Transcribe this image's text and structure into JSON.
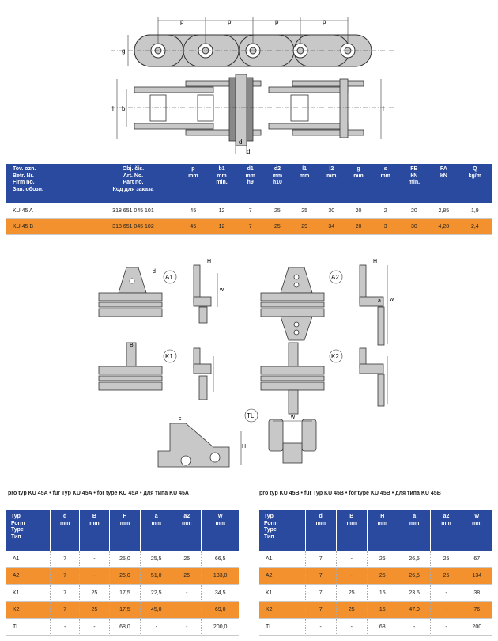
{
  "drawing_labels": {
    "p": "p",
    "g": "g",
    "l1": "l",
    "l2": "l",
    "b1": "b",
    "d": "d",
    "d1": "d",
    "sub1": "1",
    "sub2": "2",
    "A1": "A1",
    "A2": "A2",
    "K1": "K1",
    "K2": "K2",
    "TL": "TL",
    "H": "H",
    "w": "w",
    "a": "a",
    "a2": "a",
    "B": "B",
    "c": "c"
  },
  "spec_table": {
    "headers": [
      [
        "Tov. ozn.",
        "Betr. Nr.",
        "Firm no.",
        "Зав. обозн."
      ],
      [
        "Obj. čís.",
        "Art. No.",
        "Part no.",
        "Код для заказа"
      ],
      [
        "p",
        "mm"
      ],
      [
        "b1",
        "mm",
        "min."
      ],
      [
        "d1",
        "mm",
        "h9"
      ],
      [
        "d2",
        "mm",
        "h10"
      ],
      [
        "l1",
        "mm"
      ],
      [
        "l2",
        "mm"
      ],
      [
        "g",
        "mm"
      ],
      [
        "s",
        "mm"
      ],
      [
        "FB",
        "kN",
        "min."
      ],
      [
        "FA",
        "kN"
      ],
      [
        "Q",
        "kg/m"
      ]
    ],
    "rows": [
      [
        "KU 45 A",
        "318 651 045 101",
        "45",
        "12",
        "7",
        "25",
        "25",
        "30",
        "20",
        "2",
        "20",
        "2,85",
        "1,9"
      ],
      [
        "KU 45 B",
        "318 651 045 102",
        "45",
        "12",
        "7",
        "25",
        "29",
        "34",
        "20",
        "3",
        "30",
        "4,28",
        "2,4"
      ]
    ]
  },
  "left_caption": "pro typ KU 45A • für Typ KU 45A • for type KU 45A • для типа KU 45A",
  "right_caption": "pro typ KU 45B • für Typ KU 45B • for type KU 45B • для типа KU 45B",
  "option_headers": [
    [
      "Typ",
      "Form",
      "Type",
      "Тип"
    ],
    [
      "d",
      "mm"
    ],
    [
      "B",
      "mm"
    ],
    [
      "H",
      "mm"
    ],
    [
      "a",
      "mm"
    ],
    [
      "a2",
      "mm"
    ],
    [
      "w",
      "mm"
    ]
  ],
  "left_table": [
    [
      "A1",
      "7",
      "-",
      "25,0",
      "25,5",
      "25",
      "66,5"
    ],
    [
      "A2",
      "7",
      "-",
      "25,0",
      "51,0",
      "25",
      "133,0"
    ],
    [
      "K1",
      "7",
      "25",
      "17,5",
      "22,5",
      "-",
      "34,5"
    ],
    [
      "K2",
      "7",
      "25",
      "17,5",
      "45,0",
      "-",
      "69,0"
    ],
    [
      "TL",
      "-",
      "-",
      "68,0",
      "-",
      "-",
      "200,0"
    ]
  ],
  "right_table": [
    [
      "A1",
      "7",
      "-",
      "25",
      "26,5",
      "25",
      "67"
    ],
    [
      "A2",
      "7",
      "-",
      "25",
      "26,5",
      "25",
      "134"
    ],
    [
      "K1",
      "7",
      "25",
      "15",
      "23.5",
      "-",
      "38"
    ],
    [
      "K2",
      "7",
      "25",
      "15",
      "47.0",
      "-",
      "76"
    ],
    [
      "TL",
      "-",
      "-",
      "68",
      "-",
      "-",
      "200"
    ]
  ],
  "colors": {
    "header_blue": "#2a4aa0",
    "highlight_orange": "#f2912e",
    "drawing_fill": "#c8c8c8"
  }
}
